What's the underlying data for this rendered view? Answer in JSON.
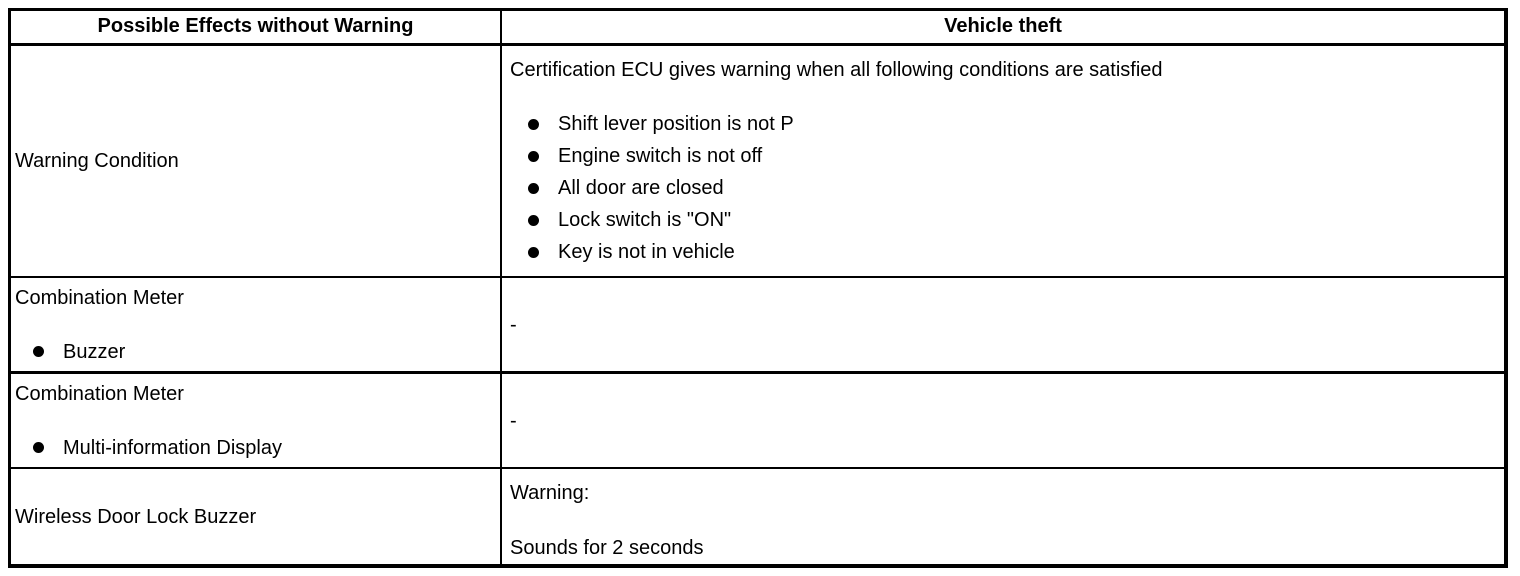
{
  "header": {
    "col1": "Possible Effects without Warning",
    "col2": "Vehicle theft"
  },
  "rows": {
    "warning_condition": {
      "label": "Warning Condition",
      "intro": "Certification ECU gives warning when all following conditions are satisfied",
      "conditions": [
        "Shift lever position is not P",
        "Engine switch is not off",
        "All door are closed",
        "Lock switch is \"ON\"",
        "Key is not in vehicle"
      ]
    },
    "combination_meter_buzzer": {
      "label": "Combination Meter",
      "sub_item": "Buzzer",
      "value": "-"
    },
    "combination_meter_display": {
      "label": "Combination Meter",
      "sub_item": "Multi-information Display",
      "value": "-"
    },
    "wireless_door_lock_buzzer": {
      "label": "Wireless Door Lock Buzzer",
      "value_line1": "Warning:",
      "value_line2": "Sounds for 2 seconds"
    }
  }
}
